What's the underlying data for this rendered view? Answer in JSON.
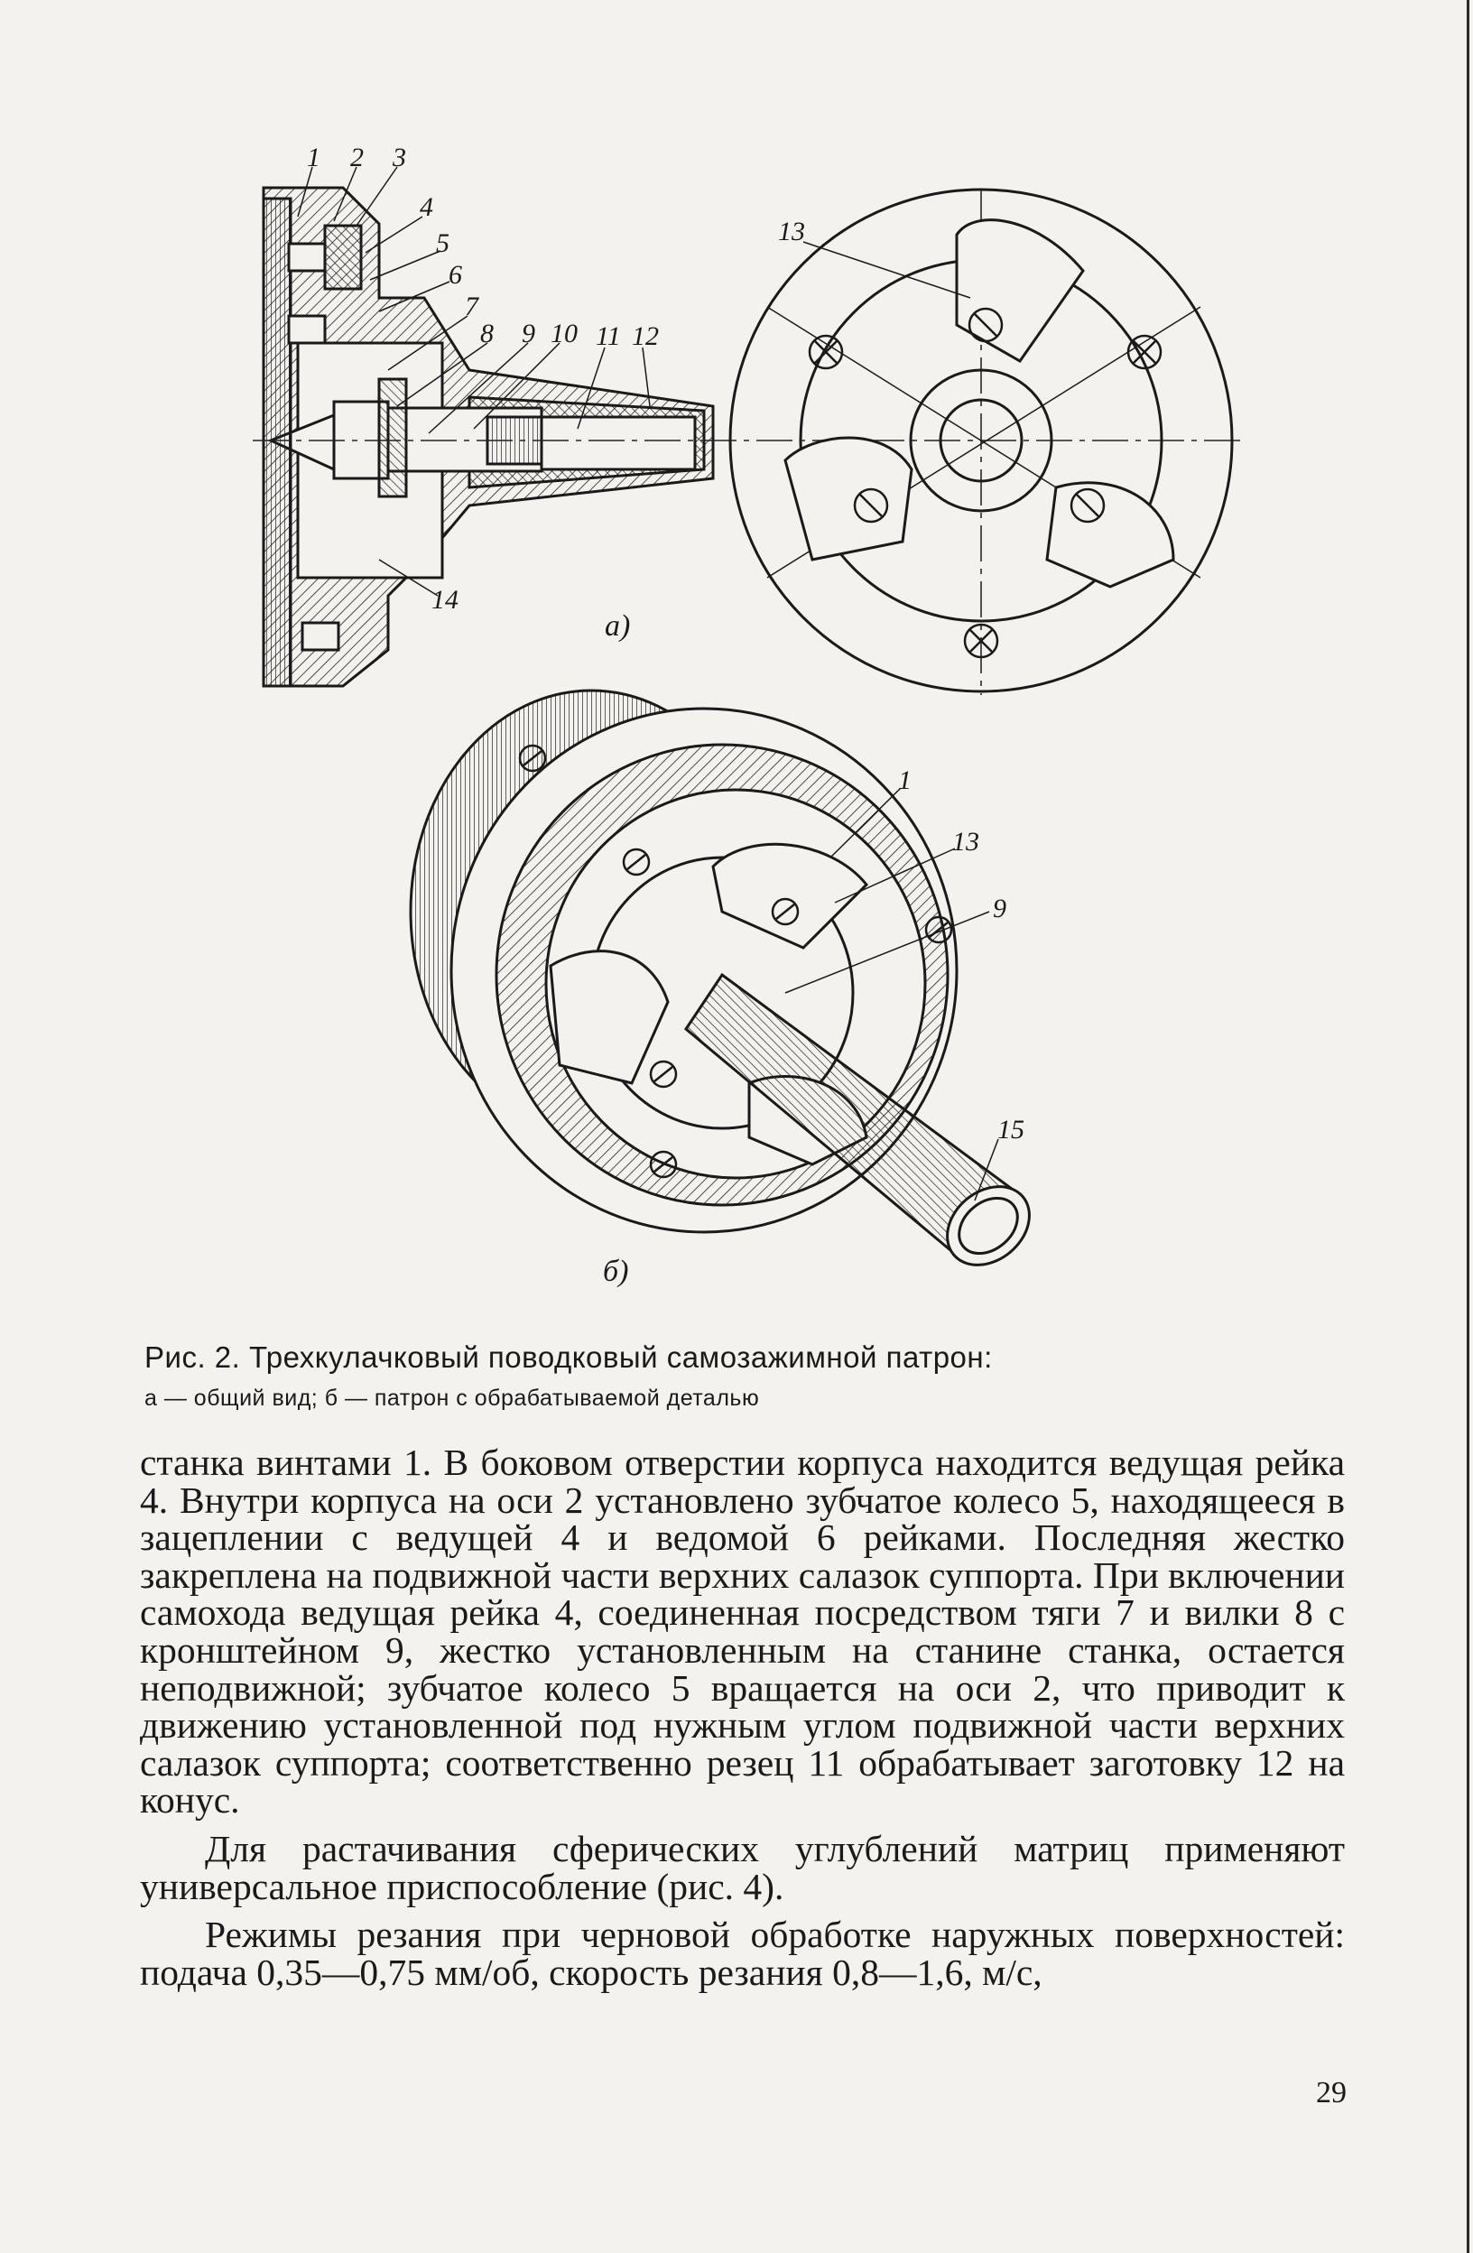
{
  "figure": {
    "subfig_a_label": "а)",
    "subfig_b_label": "б)",
    "callouts_a": [
      "1",
      "2",
      "3",
      "4",
      "5",
      "6",
      "7",
      "8",
      "9",
      "10",
      "11",
      "12",
      "13",
      "14"
    ],
    "callouts_b": [
      "1",
      "13",
      "9",
      "15"
    ]
  },
  "caption": {
    "title": "Рис. 2. Трехкулачковый поводковый самозажимной патрон:",
    "subtitle": "а — общий вид; б — патрон с обрабатываемой деталью"
  },
  "body": {
    "paragraph1": "станка винтами 1. В боковом отверстии корпуса находится ведущая рейка 4. Внутри корпуса на оси 2 установлено зубчатое колесо 5, находящееся в зацеплении с ведущей 4 и ведомой 6 рейками. Последняя жестко закреплена на подвижной части верхних салазок суппорта. При включении самохода ведущая рейка 4, соединенная посредством тяги 7 и вилки 8 с кронштейном 9, жестко установленным на станине станка, остается неподвижной; зубчатое колесо 5 вращается на оси 2, что приводит к движению установленной под нужным углом подвижной части верхних салазок суппорта; соответственно резец 11 обрабатывает заготовку 12 на конус.",
    "paragraph2": "Для растачивания сферических углублений матриц применяют универсальное приспособление (рис. 4).",
    "paragraph3": "Режимы резания при черновой обработке наружных поверхностей: подача 0,35—0,75 мм/об, скорость резания 0,8—1,6, м/с,"
  },
  "page_number": "29"
}
